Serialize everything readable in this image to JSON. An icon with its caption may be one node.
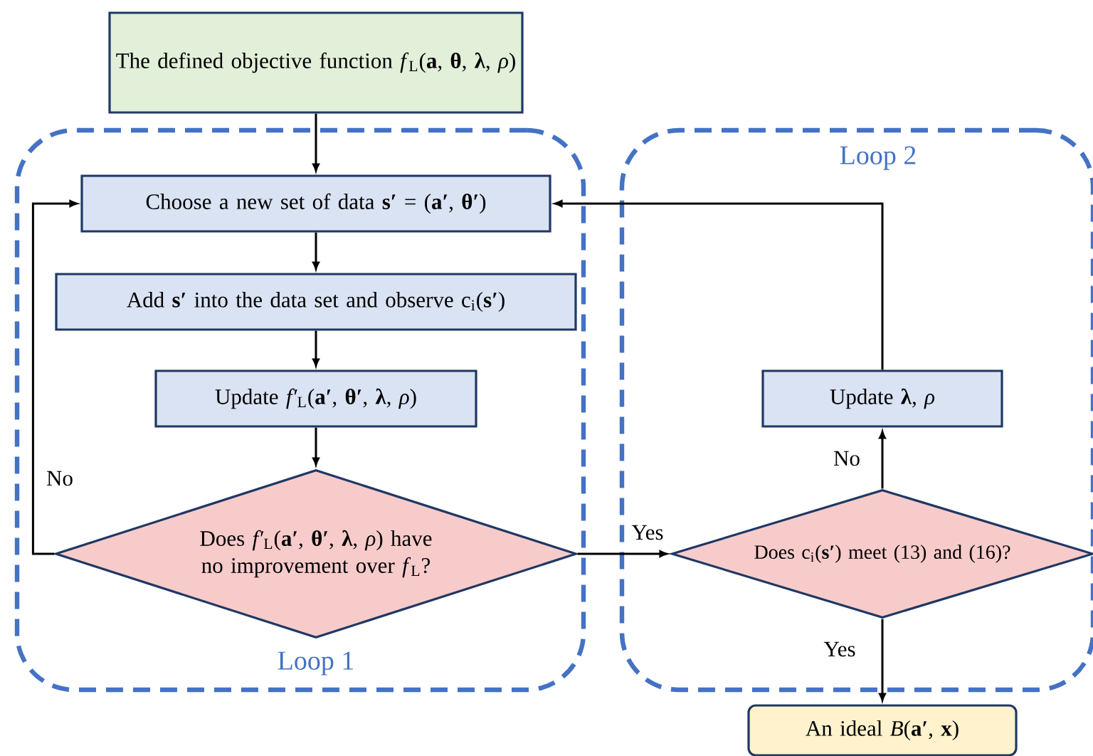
{
  "diagram": {
    "nodes": [
      {
        "text": [
          "The defined objective function *f*$_{L}$(**a**, **θ**, **λ**, *ρ*)"
        ]
      },
      {
        "text": [
          "Loop 1"
        ]
      },
      {
        "text": [
          "Choose a new set of data **s′** = (**a′**, **θ′**)"
        ],
        "in": 1
      },
      {
        "text": [
          "Add **s′** into the data set and observe c$_{i}$(**s′**)"
        ],
        "in": 1
      },
      {
        "text": [
          "Update *f′*$_{L}$(**a′**, **θ′**, **λ**, *ρ*)"
        ],
        "in": 1
      },
      {
        "text": [
          "Does *f′*$_{L}$(**a′**, **θ′**, **λ**, *ρ*) have no improvement over *f*$_{L}$?"
        ],
        "in": 1
      },
      {
        "text": [
          "Loop 2"
        ]
      },
      {
        "text": [
          "Update **λ**, *ρ*"
        ],
        "in": 6
      },
      {
        "text": [
          "Does c$_{i}$(**s′**) meet (13) and (16)?"
        ],
        "in": 6
      },
      {
        "text": [
          "An ideal *B*(**a′**, **x**)"
        ]
      }
    ],
    "edges": [
      {
        "from": 0,
        "to": 2,
        "arrow": "to"
      },
      {
        "from": 2,
        "to": 3,
        "arrow": "to"
      },
      {
        "from": 3,
        "to": 4,
        "arrow": "to"
      },
      {
        "from": 4,
        "to": 5,
        "arrow": "to"
      },
      {
        "from": 5,
        "to": 2,
        "arrow": "to",
        "label": "No"
      },
      {
        "from": 5,
        "to": 8,
        "arrow": "to",
        "label": "Yes"
      },
      {
        "from": 8,
        "to": 7,
        "arrow": "to",
        "label": "No"
      },
      {
        "from": 7,
        "to": 2,
        "arrow": "to"
      },
      {
        "from": 8,
        "to": 9,
        "arrow": "to",
        "label": "Yes"
      }
    ]
  }
}
